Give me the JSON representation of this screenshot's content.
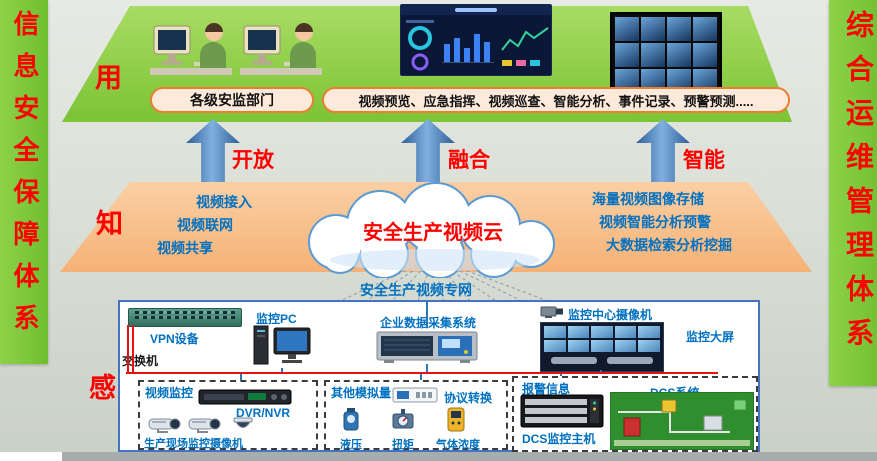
{
  "banners": {
    "left": "信息安全保障体系",
    "right": "综合运维管理体系"
  },
  "arrows": [
    "开放",
    "融合",
    "智能"
  ],
  "layers": {
    "top": {
      "tag": "用",
      "dept_box": "各级安监部门",
      "functions_box": "视频预览、应急指挥、视频巡查、智能分析、事件记录、预警预测....."
    },
    "middle": {
      "tag": "知",
      "cloud_title": "安全生产视频云",
      "left_items": [
        "视频接入",
        "视频联网",
        "视频共享"
      ],
      "right_items": [
        "海量视频图像存储",
        "视频智能分析预警",
        "大数据检索分析挖掘"
      ]
    },
    "bottom": {
      "tag": "感",
      "network_label": "安全生产视频专网",
      "vpn": "VPN设备",
      "switch": "交换机",
      "pc": "监控PC",
      "daq": "企业数据采集系统",
      "center_camera": "监控中心摄像机",
      "big_screen": "监控大屏",
      "video_group": {
        "title": "视频监控",
        "dvr": "DVR/NVR",
        "cameras": "生产现场监控摄像机"
      },
      "analog_group": {
        "title": "其他模拟量",
        "converter": "协议转换",
        "sensors": [
          "液压",
          "扭矩",
          "气体浓度"
        ]
      },
      "dcs_group": {
        "alarm": "报警信息",
        "system": "DCS系统",
        "host": "DCS监控主机"
      }
    }
  },
  "colors": {
    "banner_green": "#7FC93F",
    "platform_green": "#8CC63E",
    "platform_peach": "#FAC090",
    "accent_red": "#FF0000",
    "label_blue": "#0070C0",
    "arrow_blue": "#4F81BD",
    "orange_border": "#ED7D31",
    "orange_fill": "#FDE9D9"
  }
}
